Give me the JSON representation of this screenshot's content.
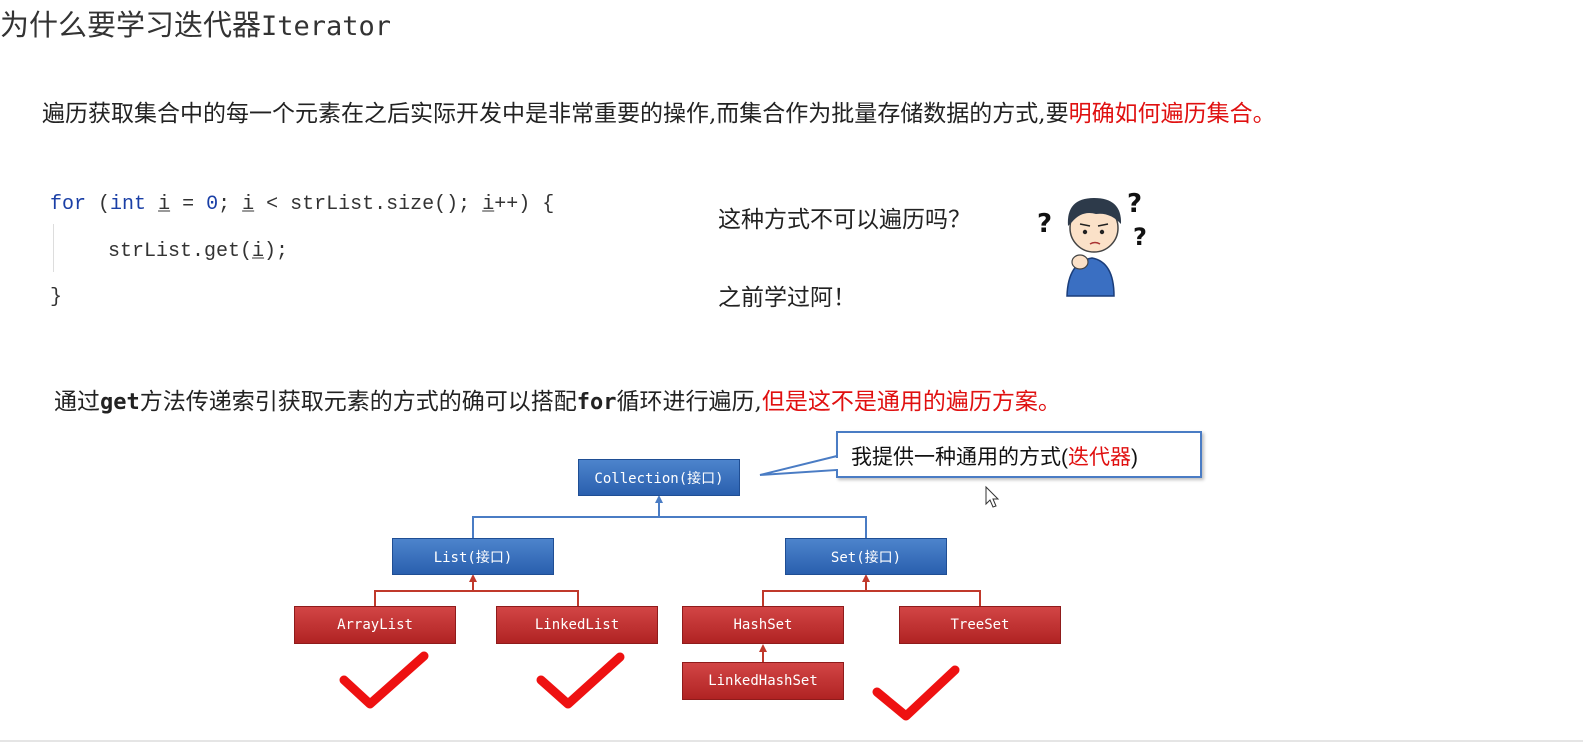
{
  "title": {
    "text_cn": "为什么要学习迭代器",
    "text_en": "Iterator"
  },
  "intro": {
    "text": "遍历获取集合中的每一个元素在之后实际开发中是非常重要的操作,而集合作为批量存储数据的方式,要",
    "highlight": "明确如何遍历集合。"
  },
  "code": {
    "line1": {
      "kw1": "for",
      "p1": " (",
      "kw2": "int",
      "sp": " ",
      "v1": "i",
      "eq": " = ",
      "zero": "0",
      "semi": "; ",
      "v2": "i",
      "lt": " < strList.size(); ",
      "v3": "i",
      "end": "++) {"
    },
    "line2": {
      "pre": "strList.get(",
      "v": "i",
      "post": ");"
    },
    "line3": "}"
  },
  "question": {
    "line1": "这种方式不可以遍历吗？",
    "line2": "之前学过阿！"
  },
  "explain": {
    "t1": "通过",
    "m1": "get",
    "t2": "方法传递索引获取元素的方式的确可以搭配",
    "m2": "for",
    "t3": "循环进行遍历,",
    "highlight": "但是这不是通用的遍历方案。"
  },
  "callout": {
    "text": "我提供一种通用的方式(",
    "highlight": "迭代器",
    "end": ")"
  },
  "diagram": {
    "collection": "Collection(接口)",
    "list": "List(接口)",
    "set": "Set(接口)",
    "arraylist": "ArrayList",
    "linkedlist": "LinkedList",
    "hashset": "HashSet",
    "treeset": "TreeSet",
    "linkedhashset": "LinkedHashSet"
  },
  "colors": {
    "accent_red": "#e01010",
    "interface_blue": "#2a5fae",
    "class_red": "#b02323",
    "check_red": "#ee1111"
  }
}
